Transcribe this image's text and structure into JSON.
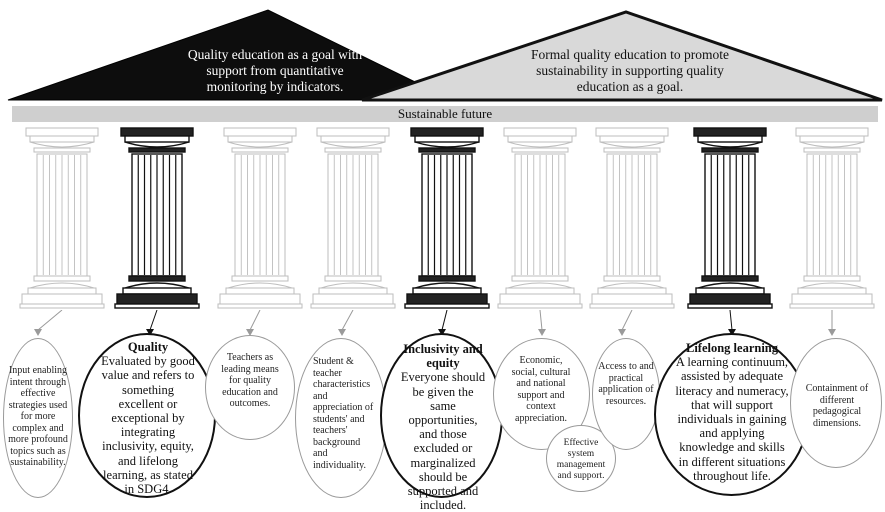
{
  "roof": {
    "left_text": "Quality education as a goal with support from quantitative monitoring by indicators.",
    "right_text": "Formal quality education to promote sustainability in supporting quality education as a goal."
  },
  "beam": {
    "label": "Sustainable future"
  },
  "colors": {
    "dark": "#111111",
    "light_roof": "#d9d9d9",
    "faded_pillar": "#b5b5b5",
    "beam": "#cfcfcf"
  },
  "pillars": [
    {
      "emphasis": false
    },
    {
      "emphasis": true
    },
    {
      "emphasis": false
    },
    {
      "emphasis": false
    },
    {
      "emphasis": true
    },
    {
      "emphasis": false
    },
    {
      "emphasis": false
    },
    {
      "emphasis": true
    },
    {
      "emphasis": false
    }
  ],
  "ellipses": {
    "e1": {
      "text": "Input enabling intent through effective strategies used for more complex and more profound topics such as sustainability."
    },
    "e2": {
      "title": "Quality",
      "text": "Evaluated by good value and refers to something excellent or exceptional by integrating inclusivity, equity, and lifelong learning, as stated in SDG4."
    },
    "e3": {
      "text": "Teachers as leading means for quality education and outcomes."
    },
    "e4": {
      "text": "Student & teacher characteristics and appreciation of students' and teachers' background and individuality."
    },
    "e5": {
      "title": "Inclusivity and equity",
      "text": "Everyone should be given the same opportunities, and those excluded or marginalized should be supported and included."
    },
    "e6": {
      "text": "Economic, social, cultural and national support and context appreciation."
    },
    "e6b": {
      "text": "Effective system management and support."
    },
    "e7": {
      "text": "Access to and practical application of resources."
    },
    "e8": {
      "title": "Lifelong learning",
      "text": "A learning continuum, assisted by adequate literacy and numeracy, that will support individuals in gaining and applying knowledge and skills in different situations throughout life."
    },
    "e9": {
      "text": "Containment of different pedagogical dimensions."
    }
  }
}
